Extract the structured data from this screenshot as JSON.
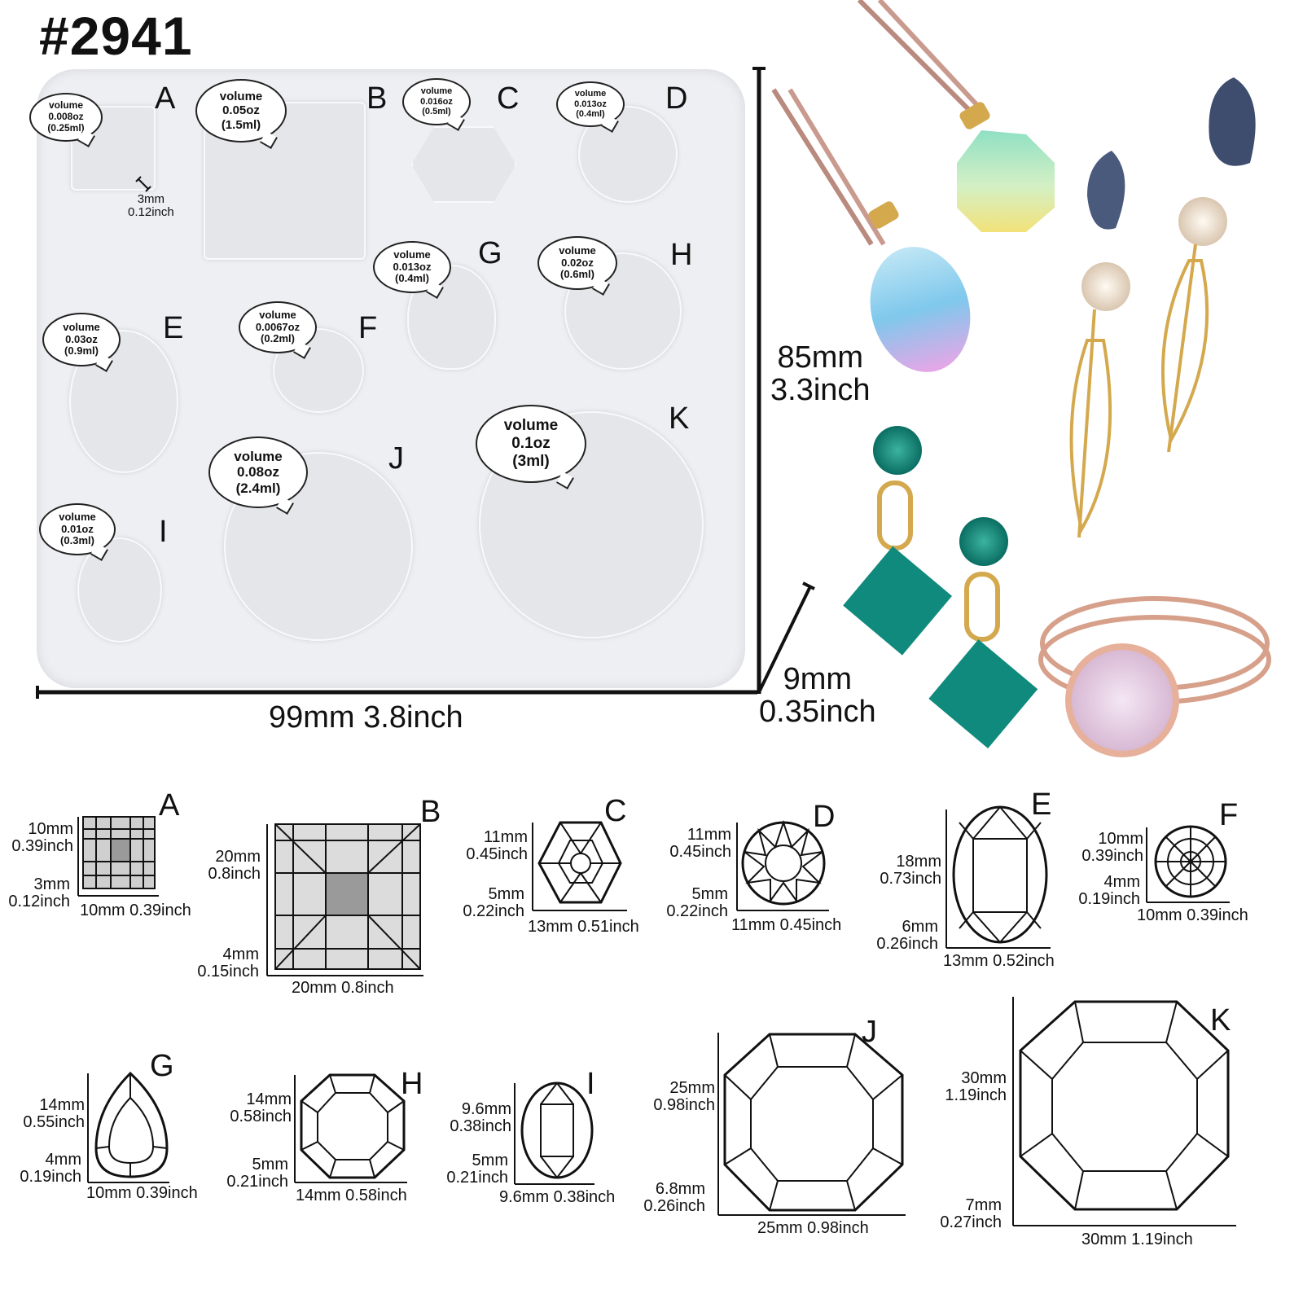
{
  "product_code": "#2941",
  "mold": {
    "width_label": "99mm 3.8inch",
    "height_label_mm": "85mm",
    "height_label_in": "3.3inch",
    "depth_label_mm": "9mm",
    "depth_label_in": "0.35inch",
    "wall": {
      "mm": "3mm",
      "in": "0.12inch"
    },
    "cavities": [
      {
        "letter": "A",
        "l1": "volume",
        "l2": "0.008oz",
        "l3": "(0.25ml)"
      },
      {
        "letter": "B",
        "l1": "volume",
        "l2": "0.05oz",
        "l3": "(1.5ml)"
      },
      {
        "letter": "C",
        "l1": "volume",
        "l2": "0.016oz",
        "l3": "(0.5ml)"
      },
      {
        "letter": "D",
        "l1": "volume",
        "l2": "0.013oz",
        "l3": "(0.4ml)"
      },
      {
        "letter": "E",
        "l1": "volume",
        "l2": "0.03oz",
        "l3": "(0.9ml)"
      },
      {
        "letter": "F",
        "l1": "volume",
        "l2": "0.0067oz",
        "l3": "(0.2ml)"
      },
      {
        "letter": "G",
        "l1": "volume",
        "l2": "0.013oz",
        "l3": "(0.4ml)"
      },
      {
        "letter": "H",
        "l1": "volume",
        "l2": "0.02oz",
        "l3": "(0.6ml)"
      },
      {
        "letter": "I",
        "l1": "volume",
        "l2": "0.01oz",
        "l3": "(0.3ml)"
      },
      {
        "letter": "J",
        "l1": "volume",
        "l2": "0.08oz",
        "l3": "(2.4ml)"
      },
      {
        "letter": "K",
        "l1": "volume",
        "l2": "0.1oz",
        "l3": "(3ml)"
      }
    ]
  },
  "gems": [
    {
      "letter": "A",
      "h_mm": "10mm",
      "h_in": "0.39inch",
      "d_mm": "3mm",
      "d_in": "0.12inch",
      "w": "10mm 0.39inch"
    },
    {
      "letter": "B",
      "h_mm": "20mm",
      "h_in": "0.8inch",
      "d_mm": "4mm",
      "d_in": "0.15inch",
      "w": "20mm 0.8inch"
    },
    {
      "letter": "C",
      "h_mm": "11mm",
      "h_in": "0.45inch",
      "d_mm": "5mm",
      "d_in": "0.22inch",
      "w": "13mm 0.51inch"
    },
    {
      "letter": "D",
      "h_mm": "11mm",
      "h_in": "0.45inch",
      "d_mm": "5mm",
      "d_in": "0.22inch",
      "w": "11mm 0.45inch"
    },
    {
      "letter": "E",
      "h_mm": "18mm",
      "h_in": "0.73inch",
      "d_mm": "6mm",
      "d_in": "0.26inch",
      "w": "13mm 0.52inch"
    },
    {
      "letter": "F",
      "h_mm": "10mm",
      "h_in": "0.39inch",
      "d_mm": "4mm",
      "d_in": "0.19inch",
      "w": "10mm 0.39inch"
    },
    {
      "letter": "G",
      "h_mm": "14mm",
      "h_in": "0.55inch",
      "d_mm": "4mm",
      "d_in": "0.19inch",
      "w": "10mm 0.39inch"
    },
    {
      "letter": "H",
      "h_mm": "14mm",
      "h_in": "0.58inch",
      "d_mm": "5mm",
      "d_in": "0.21inch",
      "w": "14mm 0.58inch"
    },
    {
      "letter": "I",
      "h_mm": "9.6mm",
      "h_in": "0.38inch",
      "d_mm": "5mm",
      "d_in": "0.21inch",
      "w": "9.6mm 0.38inch"
    },
    {
      "letter": "J",
      "h_mm": "25mm",
      "h_in": "0.98inch",
      "d_mm": "6.8mm",
      "d_in": "0.26inch",
      "w": "25mm 0.98inch"
    },
    {
      "letter": "K",
      "h_mm": "30mm",
      "h_in": "1.19inch",
      "d_mm": "7mm",
      "d_in": "0.27inch",
      "w": "30mm 1.19inch"
    }
  ],
  "colors": {
    "mold": "#eeeff2",
    "teal_gem": "#0f8a7c",
    "gold": "#d4a94e",
    "cord": "#b98a7e"
  }
}
